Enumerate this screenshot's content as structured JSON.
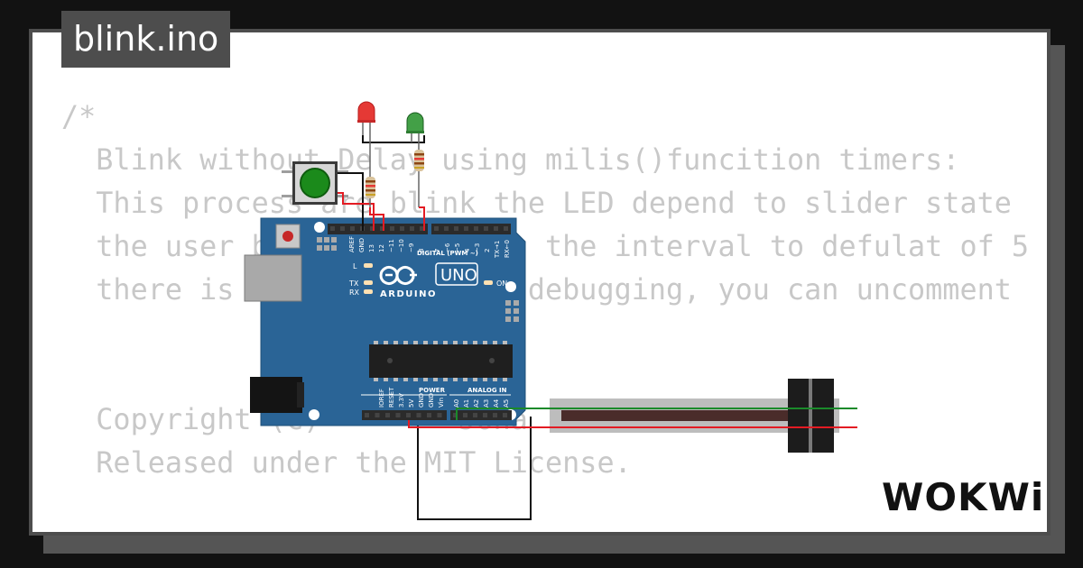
{
  "tab": {
    "title": "blink.ino"
  },
  "code": {
    "lines": [
      "/*",
      "  Blink without Delay using milis()funcition timers:",
      "  This process are blink the LED depend to slider state",
      "  the user b              t the interval to defulat of 5",
      "  there is                 debugging, you can uncomment",
      "",
      "",
      "  Copyright (C)        Jona",
      "  Released under the MIT License."
    ]
  },
  "board": {
    "brand": "ARDUINO",
    "model": "UNO",
    "digital_label": "DIGITAL (PWM ~)",
    "power_label": "POWER",
    "analog_label": "ANALOG IN",
    "led_l": "L",
    "led_tx": "TX",
    "led_rx": "RX",
    "led_on": "ON",
    "top_pins": [
      "AREF",
      "GND",
      "13",
      "12",
      "~11",
      "~10",
      "~9",
      "8",
      "7",
      "~6",
      "~5",
      "4",
      "~3",
      "2",
      "TX→1",
      "RX←0"
    ],
    "power_pins": [
      "IOREF",
      "RESET",
      "3.3V",
      "5V",
      "GND",
      "GND",
      "Vin"
    ],
    "analog_pins": [
      "A0",
      "A1",
      "A2",
      "A3",
      "A4",
      "A5"
    ]
  },
  "logo": {
    "text": "WOKWi"
  },
  "colors": {
    "board_blue": "#2a6496",
    "led_red": "#e53935",
    "led_green": "#43a047",
    "button_green": "#1b8a1b",
    "wire_red": "#e31b23",
    "wire_green": "#1a8a2a",
    "wire_black": "#111111"
  }
}
